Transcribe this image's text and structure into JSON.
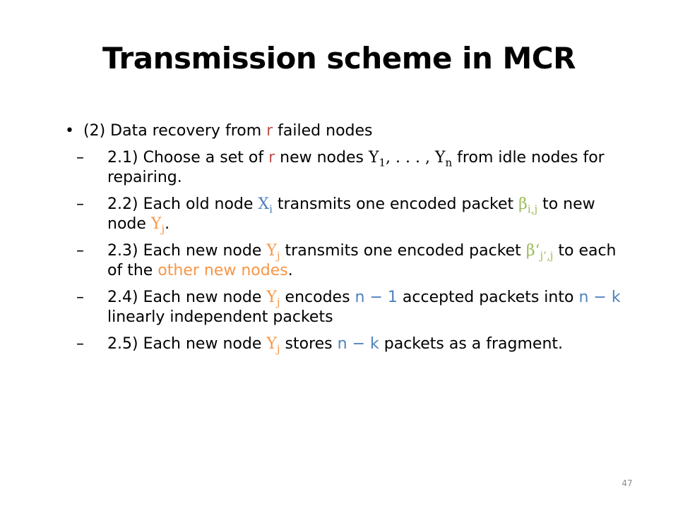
{
  "title": "Transmission scheme in MCR",
  "bullet1": {
    "prefix": "(2) Data recovery from ",
    "r": "r",
    "suffix": " failed nodes"
  },
  "items": [
    {
      "num": "2.1) ",
      "pre": "Choose a set of ",
      "r": "r",
      "mid": " new nodes ",
      "Y1": "Y",
      "Y1sub": "1",
      "ell": ", . . . , ",
      "Yn": "Y",
      "Ynsub": "n",
      "post": " from idle nodes for repairing."
    },
    {
      "num": "2.2) ",
      "pre": "Each old node ",
      "X": "X",
      "Xsub": "i",
      "mid": " transmits one encoded packet ",
      "beta": "β",
      "betasub": "i,j",
      "mid2": " to new node ",
      "Y": "Y",
      "Ysub": "j",
      "post": "."
    },
    {
      "num": "2.3) ",
      "pre": "Each new node ",
      "Y": "Y",
      "Ysub": "j",
      "mid": " transmits one encoded packet ",
      "beta": "β‘",
      "betasub": "j’,j",
      "mid2": " to each of the ",
      "other": "other new nodes",
      "post": "."
    },
    {
      "num": "2.4) ",
      "pre": "Each new node ",
      "Y": "Y",
      "Ysub": "j",
      "mid": " encodes ",
      "n1": "n − 1",
      "mid2": " accepted packets into ",
      "nk": "n − k",
      "post": " linearly independent packets"
    },
    {
      "num": "2.5) ",
      "pre": "Each new node ",
      "Y": "Y",
      "Ysub": "j",
      "mid": " stores ",
      "nk": "n − k",
      "post": " packets as a fragment."
    }
  ],
  "glyphs": {
    "bullet": "•",
    "dash": "–"
  },
  "page_number": "47",
  "colors": {
    "red": "#c0504d",
    "blue": "#4f81bd",
    "orange": "#f79646",
    "green": "#9bbb59"
  }
}
